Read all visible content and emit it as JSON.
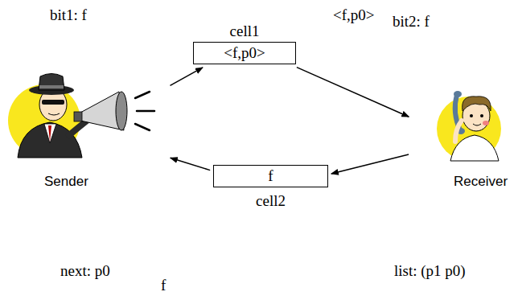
{
  "diagram": {
    "nodes": [
      {
        "text": [
          "cell1",
          "<f,p0>"
        ]
      },
      {
        "text": [
          "Sender"
        ]
      },
      {
        "text": [
          "Receiver"
        ]
      },
      {
        "text": [
          "f",
          "cell2"
        ]
      }
    ],
    "edges": [
      {
        "from": 1,
        "to": 0,
        "arrow": "to"
      },
      {
        "from": 0,
        "to": 2,
        "arrow": "to"
      },
      {
        "from": 2,
        "to": 3,
        "arrow": "to"
      },
      {
        "from": 3,
        "to": 1,
        "arrow": "to"
      }
    ],
    "labels": [
      "bit1: f",
      "<f,p0>",
      "bit2: f",
      "next: p0",
      "f",
      "list: (p1 p0)"
    ]
  }
}
